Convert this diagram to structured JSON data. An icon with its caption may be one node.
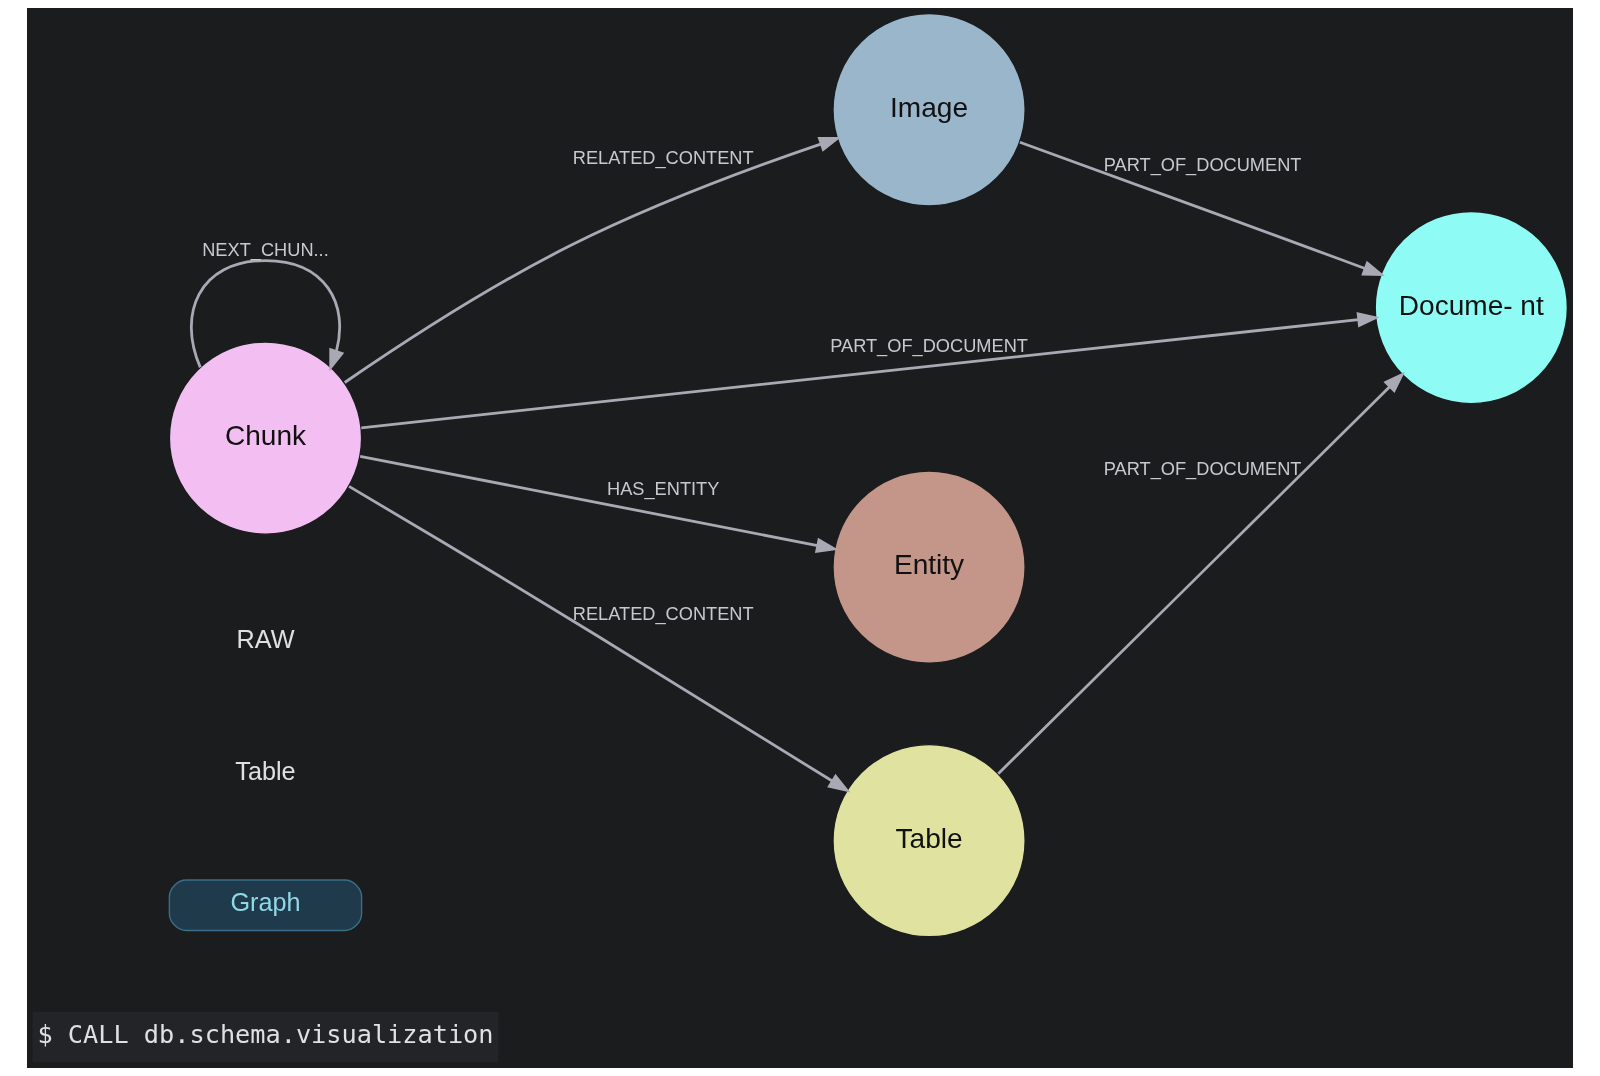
{
  "diagram": {
    "nodes": [
      {
        "text": [
          "Image"
        ]
      },
      {
        "text": [
          "Docume- nt"
        ]
      },
      {
        "text": [
          "Chunk"
        ]
      },
      {
        "text": [
          "Entity"
        ]
      },
      {
        "text": [
          "Table"
        ]
      }
    ],
    "edges": [
      {
        "from": 0,
        "to": 1,
        "arrow": "to",
        "label": "PART_OF_DOCUMENT"
      },
      {
        "from": 2,
        "to": 0,
        "arrow": "to",
        "label": "RELATED_CONTENT"
      },
      {
        "from": 2,
        "to": 2,
        "arrow": "to",
        "label": "NEXT_CHUN..."
      },
      {
        "from": 2,
        "to": 1,
        "arrow": "to",
        "label": "PART_OF_DOCUMENT"
      },
      {
        "from": 2,
        "to": 3,
        "arrow": "to",
        "label": "HAS_ENTITY"
      },
      {
        "from": 2,
        "to": 4,
        "arrow": "to",
        "label": "RELATED_CONTENT"
      },
      {
        "from": 4,
        "to": 1,
        "arrow": "to",
        "label": "PART_OF_DOCUMENT"
      }
    ],
    "labels": [
      "$ CALL db.schema.visualization",
      "Graph",
      "Table",
      "RAW"
    ]
  }
}
